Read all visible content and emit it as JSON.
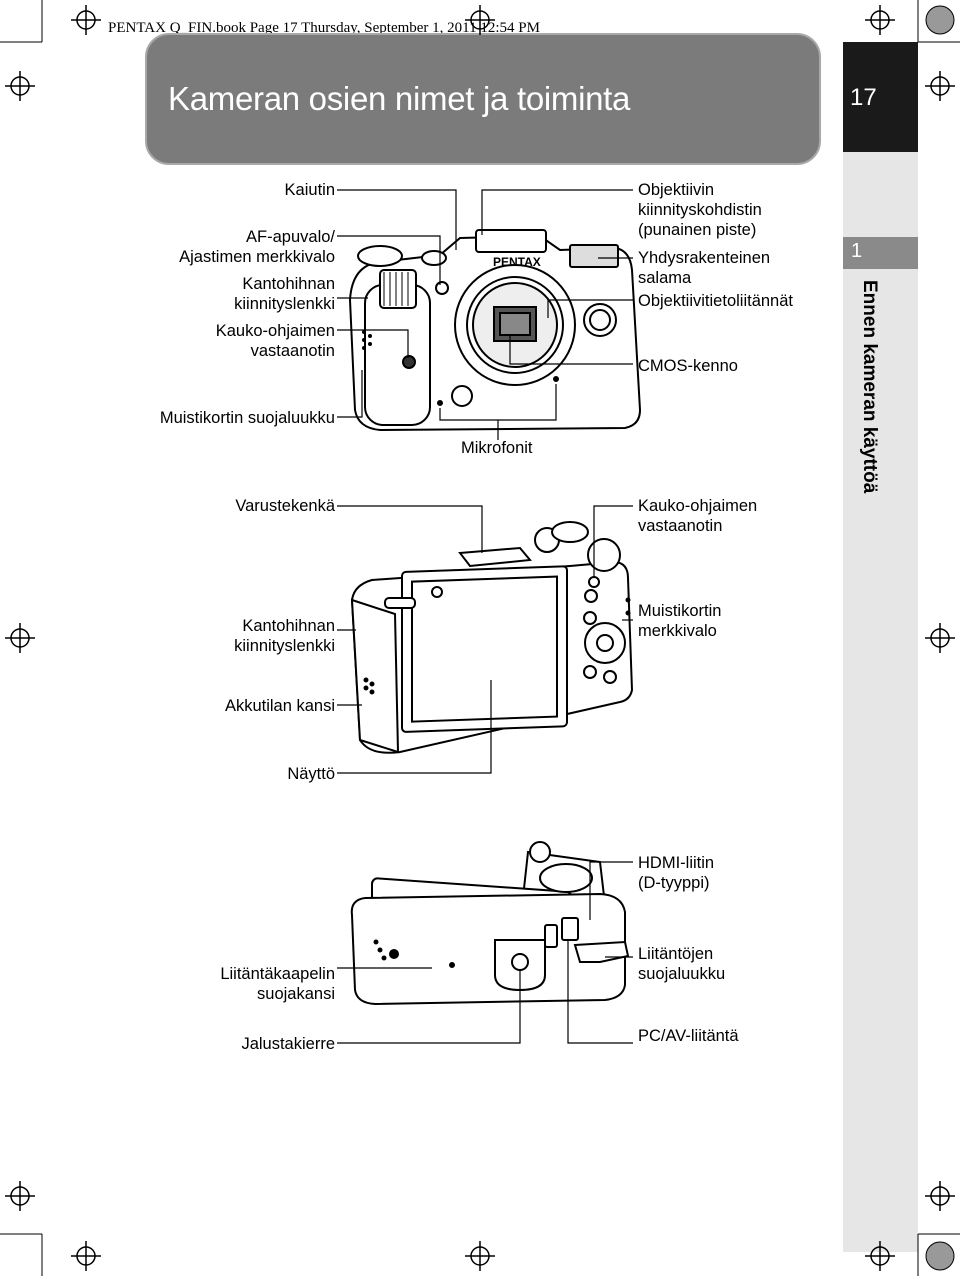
{
  "print_header": "PENTAX Q_FIN.book  Page 17  Thursday, September 1, 2011  12:54 PM",
  "title": "Kameran osien nimet ja toiminta",
  "page_number": "17",
  "chapter": {
    "number": "1",
    "title": "Ennen kameran käyttöä"
  },
  "brand_mark": "PENTAX",
  "front_view": {
    "left_labels": [
      "Kaiutin",
      "AF-apuvalo/\nAjastimen merkkivalo",
      "Kantohihnan\nkiinnityslenkki",
      "Kauko-ohjaimen\nvastaanotin",
      "Muistikortin suojaluukku"
    ],
    "right_labels": [
      "Objektiivin\nkiinnityskohdistin\n(punainen piste)",
      "Yhdysrakenteinen\nsalama",
      "Objektiivitietoliitännät",
      "CMOS-kenno"
    ],
    "bottom_label": "Mikrofonit"
  },
  "back_view": {
    "left_labels": [
      "Varustekenkä",
      "Kantohihnan\nkiinnityslenkki",
      "Akkutilan kansi",
      "Näyttö"
    ],
    "right_labels": [
      "Kauko-ohjaimen\nvastaanotin",
      "Muistikortin\nmerkkivalo"
    ]
  },
  "bottom_view": {
    "left_labels": [
      "Liitäntäkaapelin\nsuojakansi",
      "Jalustakierre"
    ],
    "right_labels": [
      "HDMI-liitin\n(D-tyyppi)",
      "Liitäntöjen\nsuojaluukku",
      "PC/AV-liitäntä"
    ]
  },
  "colors": {
    "banner": "#7b7b7b",
    "side_strip": "#e6e6e6",
    "page_box": "#1a1a1a",
    "chapter_tab": "#8a8a8a"
  }
}
